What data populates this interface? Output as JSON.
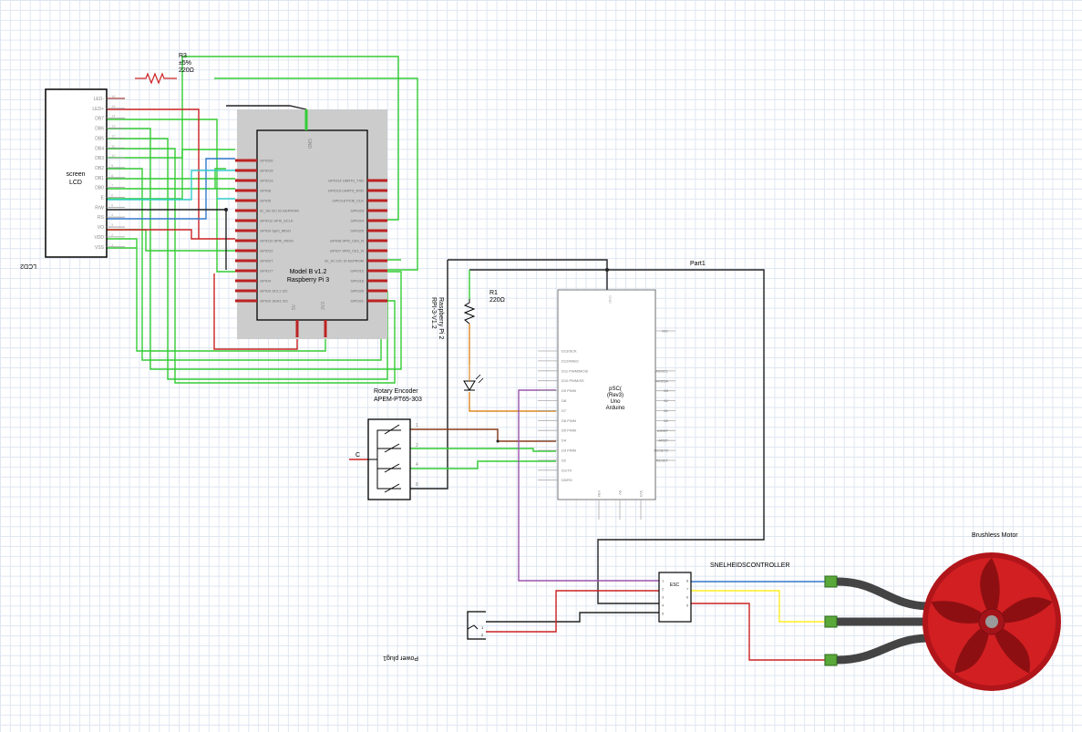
{
  "colors": {
    "green": "#33cc33",
    "red": "#cc2222",
    "blue": "#3377cc",
    "cyan": "#33cccc",
    "black": "#222222",
    "brown": "#8b3a1a",
    "orange": "#dd8822",
    "purple": "#9955aa",
    "yellow": "#ffee22",
    "pi_board": "#cccccc"
  },
  "lcd": {
    "label1": "screen",
    "label2": "LCD",
    "part_name": "LCD2",
    "pins": [
      "LED-",
      "LED+",
      "DB7",
      "DB6",
      "DB5",
      "DB4",
      "DB3",
      "DB2",
      "DB1",
      "DB0",
      "E",
      "R/W",
      "RS",
      "VO",
      "VDD",
      "VSS"
    ],
    "pin_numbers": [
      "16",
      "15",
      "14",
      "13",
      "12",
      "11",
      "10",
      "9",
      "8",
      "7",
      "6",
      "5",
      "4",
      "3",
      "2",
      "1"
    ]
  },
  "resistor_r3": {
    "name": "R3",
    "tolerance": "±5%",
    "value": "220Ω"
  },
  "pi": {
    "model_line1": "Model B v1.2",
    "model_line2": "Raspberry Pi 3",
    "top_pin": "GND",
    "bottom_pins": [
      "5V",
      "3V3"
    ],
    "left_pins": [
      "GPIO26",
      "GPIO19",
      "GPIO13",
      "GPIO6",
      "GPIO5",
      "ID_SD I2C ID EEPROM",
      "GPIO11 SPI0_SCLK",
      "GPIO9 SpI0_MISO",
      "GPIO10 SPI0_MOSI",
      "GPIO22",
      "GPIO27",
      "GPIO17",
      "GPIO4",
      "GPIO3 SCL1 I2C",
      "GPIO2 SDA1 I2C"
    ],
    "right_pins": [
      "GPIO14 UART0_TXD",
      "GPIO15 UART0_RXD",
      "GPIO18 PCM_CLK",
      "GPIO23",
      "GPIO24",
      "GPIO25",
      "GPIO8 SPI0_CE0_N",
      "GPIO7 SPI0_CE1_N",
      "ID_SC I2C ID EEPROM",
      "GPIO12",
      "GPIO16",
      "GPIO20",
      "GPIO21"
    ]
  },
  "raspberry_label_1": "Raspberry Pi 2",
  "raspberry_label_2": "RPI-3-V1.2",
  "resistor_r1": {
    "name": "R1",
    "value": "220Ω"
  },
  "encoder": {
    "name": "Rotary Encoder",
    "part": "APEM-PT65-303",
    "common": "C",
    "pins": [
      "1",
      "2",
      "4",
      "8"
    ]
  },
  "arduino": {
    "title1": "pSC(",
    "title2": "(Rev3)",
    "title3": "Uno",
    "title4": "Arduino",
    "part_label": "Part1",
    "gnd": "GND",
    "left_pins": [
      "D13/SCK",
      "D12/MISO",
      "D11 PWM/MOSI",
      "D10 PWM/SS",
      "D9 PWM",
      "D8",
      "D7",
      "D6 PWM",
      "D5 PWM",
      "D4",
      "D3 PWM",
      "D2",
      "D1/TX",
      "D0/RX"
    ],
    "right_pins": [
      "N/C",
      "A5/SCL",
      "A4/SDA",
      "A3",
      "A2",
      "A1",
      "A0",
      "IOREF",
      "AREF",
      "RESET2",
      "RESET"
    ],
    "bottom_pins": [
      "VIN",
      "5V",
      "3V3"
    ]
  },
  "esc": {
    "name": "ESC",
    "title": "SNELHEIDSCONTROLLER",
    "left_pins": [
      "1",
      "2",
      "3",
      "4",
      "5"
    ],
    "right_pins": [
      "8",
      "7",
      "6",
      "5"
    ]
  },
  "motor": {
    "title": "Brushless Motor"
  },
  "power_plug": {
    "label": "Power plug1",
    "pins": [
      "1",
      "2"
    ]
  }
}
